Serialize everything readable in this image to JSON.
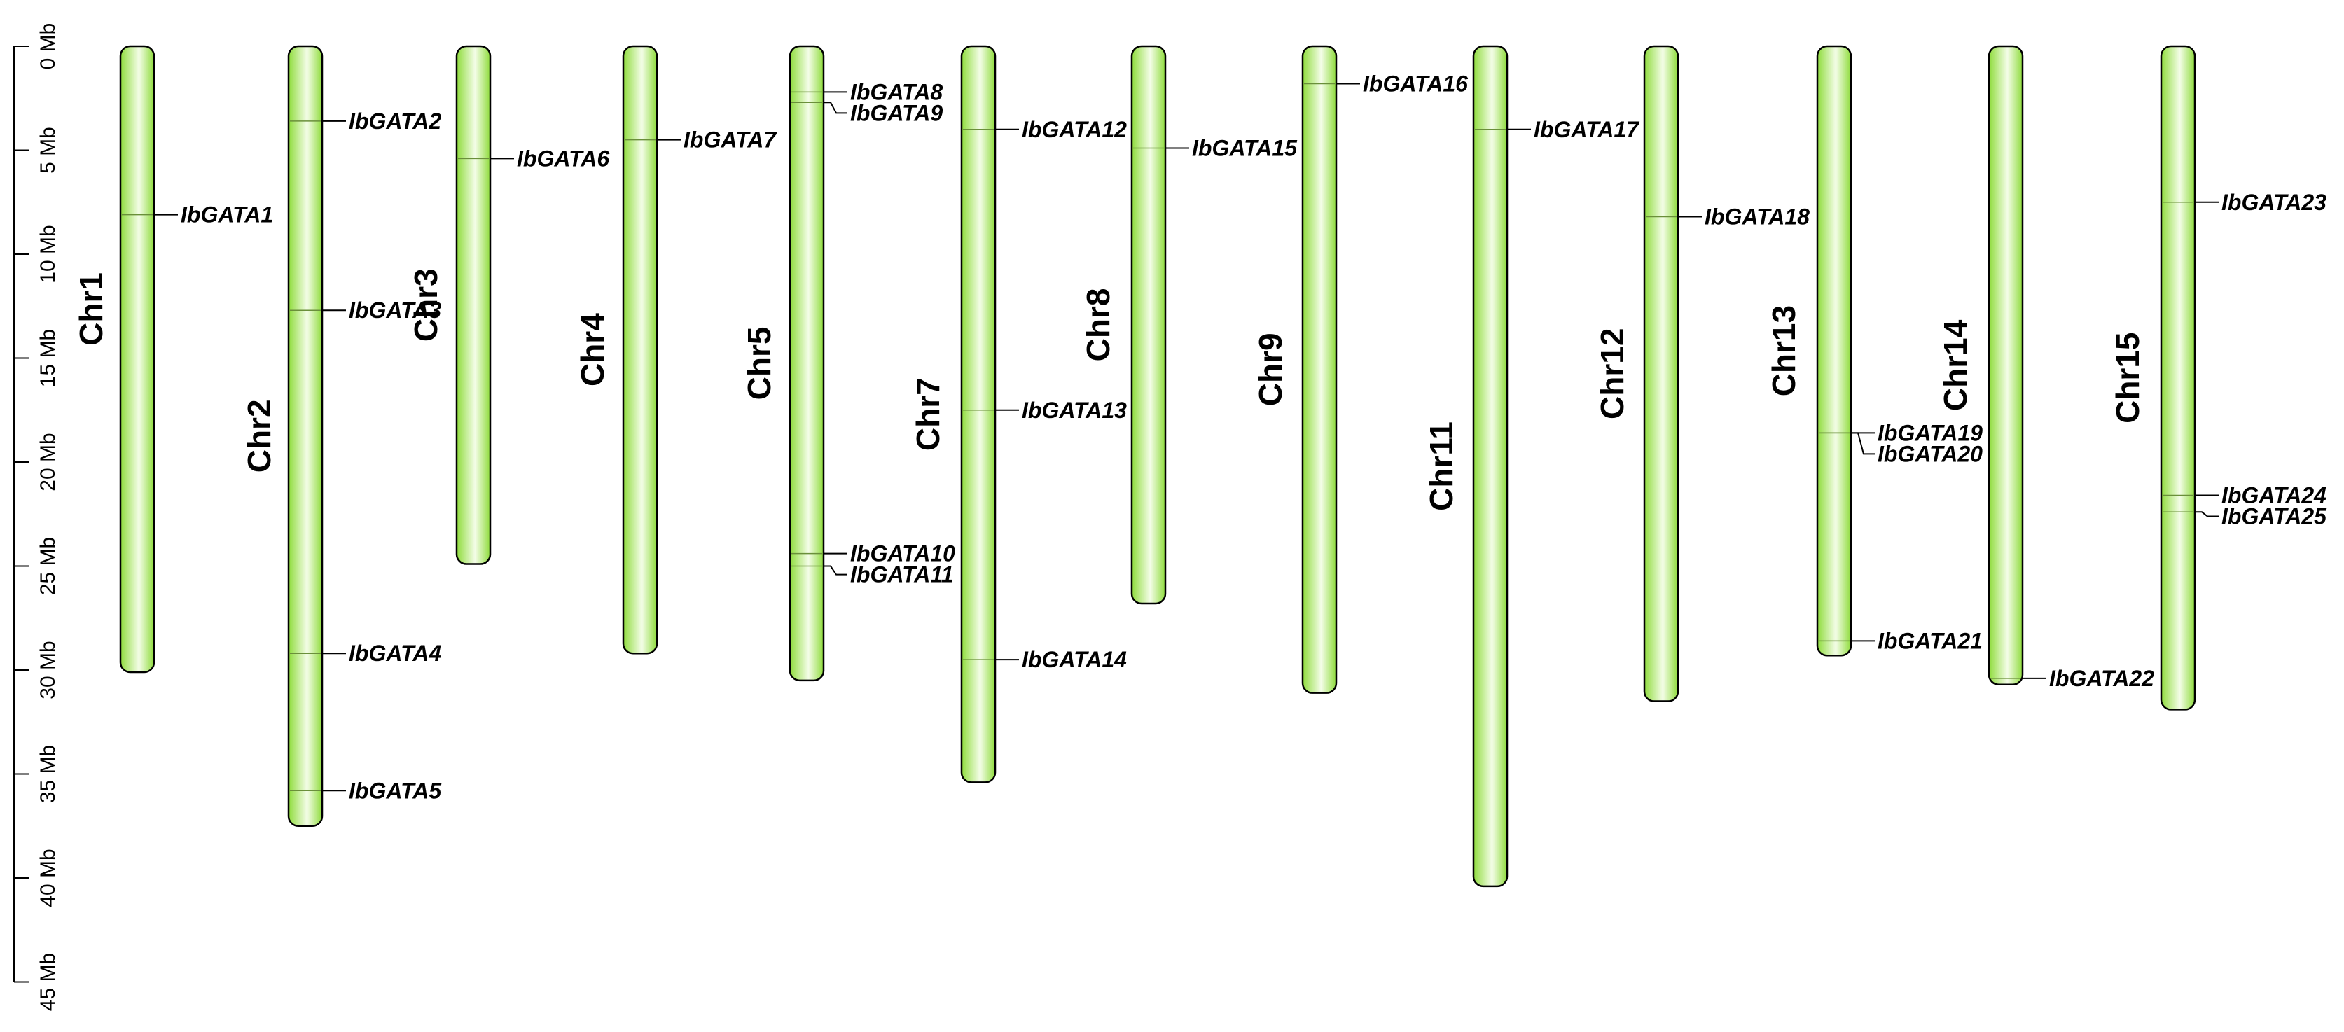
{
  "colors": {
    "chromosome_fill_light": "#f4fde8",
    "chromosome_fill_dark": "#8fdc3c",
    "outline": "#000000"
  },
  "axis": {
    "unit_suffix": "Mb",
    "ticks": [
      {
        "value": 0,
        "label": "0 Mb"
      },
      {
        "value": 5,
        "label": "5 Mb"
      },
      {
        "value": 10,
        "label": "10 Mb"
      },
      {
        "value": 15,
        "label": "15 Mb"
      },
      {
        "value": 20,
        "label": "20 Mb"
      },
      {
        "value": 25,
        "label": "25 Mb"
      },
      {
        "value": 30,
        "label": "30 Mb"
      },
      {
        "value": 35,
        "label": "35 Mb"
      },
      {
        "value": 40,
        "label": "40 Mb"
      },
      {
        "value": 45,
        "label": "45 Mb"
      }
    ],
    "range": [
      0,
      45
    ]
  },
  "chromosomes": [
    {
      "name": "Chr1",
      "length": 30.1,
      "genes": [
        {
          "name": "IbGATA1",
          "pos": 8.1
        }
      ]
    },
    {
      "name": "Chr2",
      "length": 37.5,
      "genes": [
        {
          "name": "IbGATA2",
          "pos": 3.6
        },
        {
          "name": "IbGATA3",
          "pos": 12.7
        },
        {
          "name": "IbGATA4",
          "pos": 29.2
        },
        {
          "name": "IbGATA5",
          "pos": 35.8
        }
      ]
    },
    {
      "name": "Chr3",
      "length": 24.9,
      "genes": [
        {
          "name": "IbGATA6",
          "pos": 5.4
        }
      ]
    },
    {
      "name": "Chr4",
      "length": 29.2,
      "genes": [
        {
          "name": "IbGATA7",
          "pos": 4.5
        }
      ]
    },
    {
      "name": "Chr5",
      "length": 30.5,
      "genes": [
        {
          "name": "IbGATA8",
          "pos": 2.2
        },
        {
          "name": "IbGATA9",
          "pos": 2.7
        },
        {
          "name": "IbGATA10",
          "pos": 24.4
        },
        {
          "name": "IbGATA11",
          "pos": 25.0
        }
      ]
    },
    {
      "name": "Chr7",
      "length": 35.4,
      "genes": [
        {
          "name": "IbGATA12",
          "pos": 4.0
        },
        {
          "name": "IbGATA13",
          "pos": 17.5
        },
        {
          "name": "IbGATA14",
          "pos": 29.5
        }
      ]
    },
    {
      "name": "Chr8",
      "length": 26.8,
      "genes": [
        {
          "name": "IbGATA15",
          "pos": 4.9
        }
      ]
    },
    {
      "name": "Chr9",
      "length": 31.1,
      "genes": [
        {
          "name": "IbGATA16",
          "pos": 1.8
        }
      ]
    },
    {
      "name": "Chr11",
      "length": 40.4,
      "genes": [
        {
          "name": "IbGATA17",
          "pos": 4.0
        }
      ]
    },
    {
      "name": "Chr12",
      "length": 31.5,
      "genes": [
        {
          "name": "IbGATA18",
          "pos": 8.2
        }
      ]
    },
    {
      "name": "Chr13",
      "length": 29.3,
      "genes": [
        {
          "name": "IbGATA19",
          "pos": 18.6
        },
        {
          "name": "IbGATA20",
          "pos": 18.6
        },
        {
          "name": "IbGATA21",
          "pos": 28.6
        }
      ]
    },
    {
      "name": "Chr14",
      "length": 30.7,
      "genes": [
        {
          "name": "IbGATA22",
          "pos": 30.4
        }
      ]
    },
    {
      "name": "Chr15",
      "length": 31.9,
      "genes": [
        {
          "name": "IbGATA23",
          "pos": 7.5
        },
        {
          "name": "IbGATA24",
          "pos": 21.6
        },
        {
          "name": "IbGATA25",
          "pos": 22.4
        }
      ]
    }
  ]
}
